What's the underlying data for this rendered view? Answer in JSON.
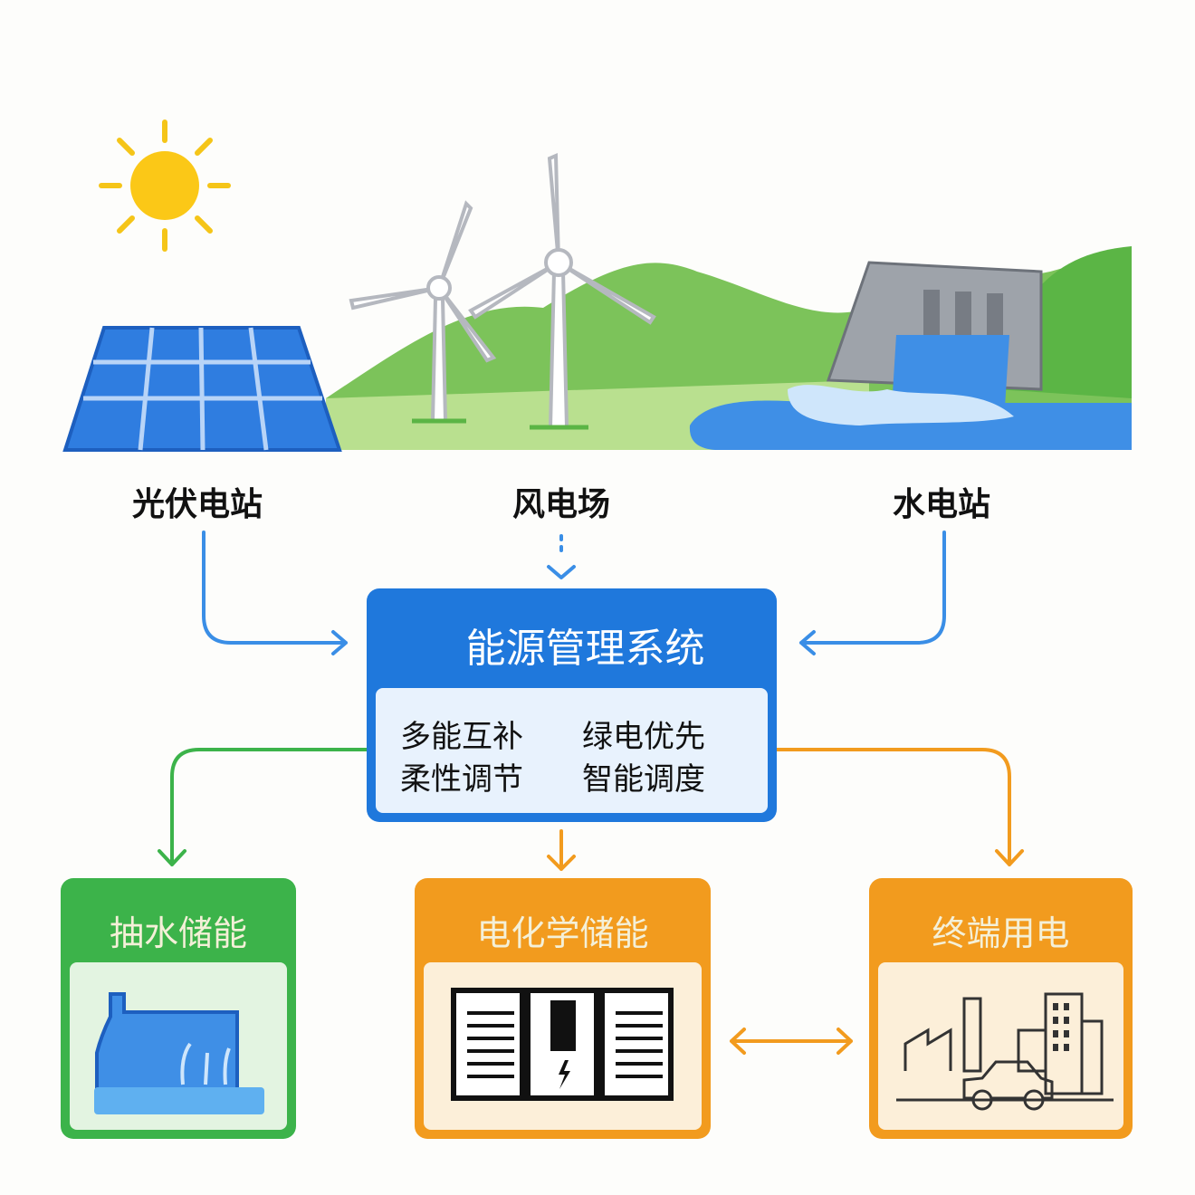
{
  "sources": [
    {
      "label": "光伏电站"
    },
    {
      "label": "风电场"
    },
    {
      "label": "水电站"
    }
  ],
  "ems": {
    "title": "能源管理系统",
    "features": [
      "多能互补",
      "绿电优先",
      "柔性调节",
      "智能调度"
    ]
  },
  "outputs": [
    {
      "label": "抽水储能",
      "color": "#3cb34a"
    },
    {
      "label": "电化学储能",
      "color": "#f29b1e"
    },
    {
      "label": "终端用电",
      "color": "#f29b1e"
    }
  ],
  "colors": {
    "blue": "#1f78dc",
    "green": "#3cb34a",
    "orange": "#f29b1e"
  }
}
